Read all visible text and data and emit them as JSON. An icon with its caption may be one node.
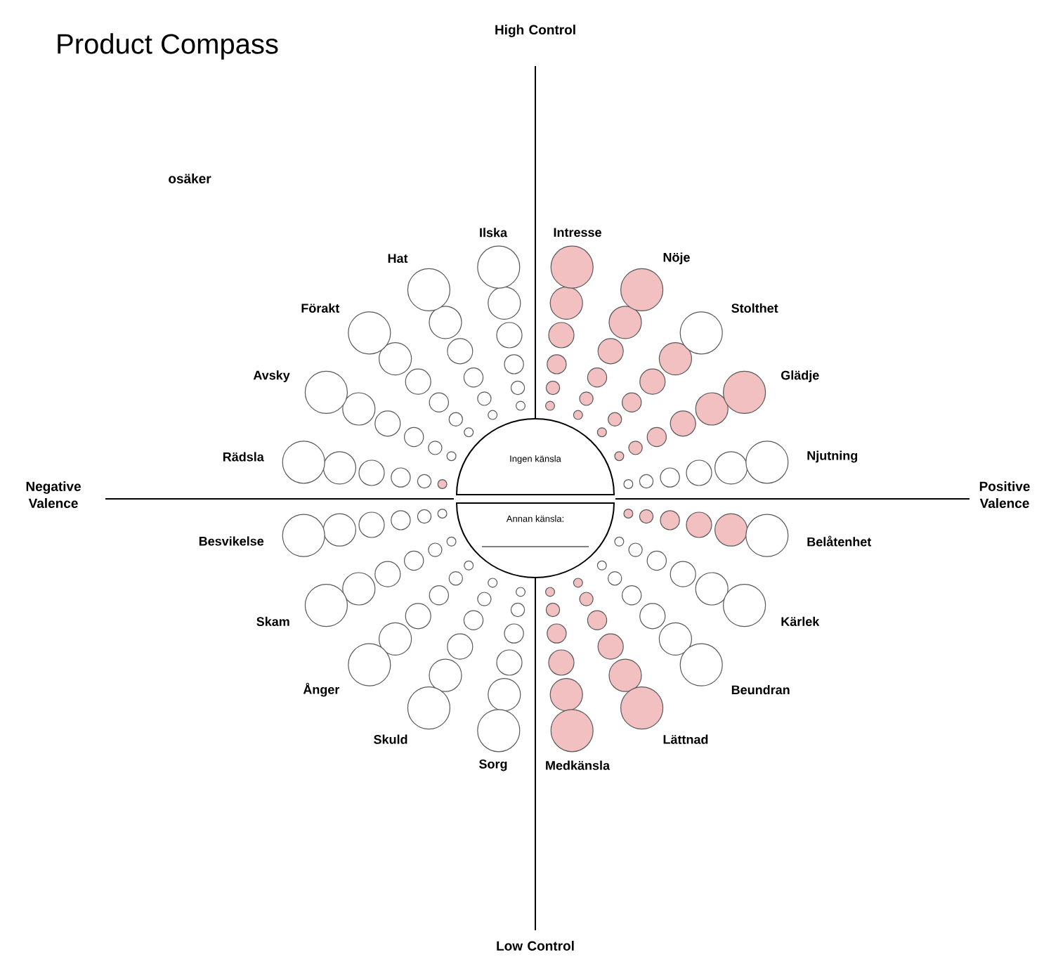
{
  "diagram": {
    "title": "Product Compass",
    "nodes": [
      {
        "text": [
          "Ingen känsla"
        ]
      },
      {
        "text": [
          "Annan känsla:"
        ]
      }
    ],
    "edges": [],
    "labels": [
      "High Control",
      "osäker",
      "Ilska",
      "Intresse",
      "Hat",
      "Nöje",
      "Förakt",
      "Stolthet",
      "Avsky",
      "Glädje",
      "Rädsla",
      "Njutning",
      "Negative Valence",
      "Positive Valence",
      "Besvikelse",
      "Belåtenhet",
      "Skam",
      "Kärlek",
      "Ånger",
      "Beundran",
      "Skuld",
      "Lättnad",
      "Sorg",
      "Medkänsla",
      "Low Control"
    ]
  }
}
